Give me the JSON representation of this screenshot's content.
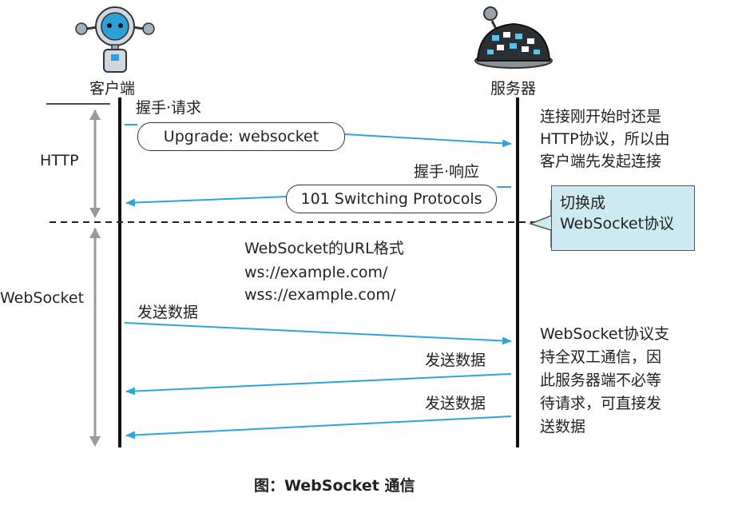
{
  "actors": {
    "client": "客户端",
    "server": "服务器",
    "client_icon": "robot-icon",
    "server_icon": "dome-server-icon"
  },
  "phases": {
    "http": "HTTP",
    "websocket": "WebSocket"
  },
  "messages": {
    "handshake_request": "握手·请求",
    "upgrade_header": "Upgrade: websocket",
    "handshake_response": "握手·响应",
    "switching_protocols": "101 Switching Protocols",
    "send_data_1": "发送数据",
    "send_data_2": "发送数据",
    "send_data_3": "发送数据"
  },
  "url_format": {
    "title": "WebSocket的URL格式",
    "ws": "ws://example.com/",
    "wss": "wss://example.com/"
  },
  "notes": {
    "http_start": "连接刚开始时还是\nHTTP协议，所以由\n客户端先发起连接",
    "switch": "切换成\nWebSocket协议",
    "full_duplex": "WebSocket协议支\n持全双工通信，因\n此服务器端不必等\n待请求，可直接发\n送数据"
  },
  "caption": "图：WebSocket 通信",
  "colors": {
    "arrow": "#2ba6d6",
    "lifeline": "#111111",
    "phase_arrow": "#999999",
    "note_fill": "#cdeaf2"
  }
}
